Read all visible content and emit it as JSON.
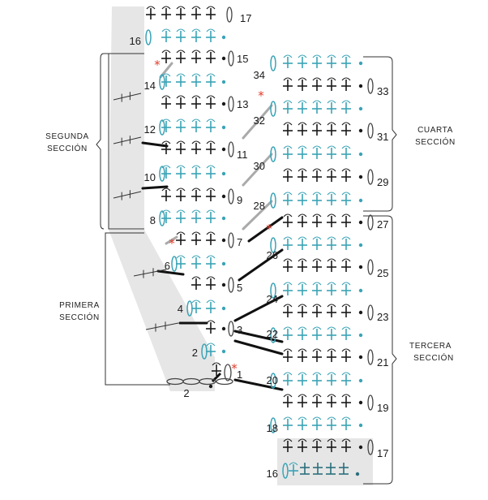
{
  "colors": {
    "black_stitch": "#1a1a1a",
    "blue_stitch": "#3aa3b6",
    "red_marker": "#e33b2a",
    "shade": "#e6e6e6",
    "lines": "#333333"
  },
  "section_labels": [
    {
      "id": "segunda",
      "lines": [
        "SEGUNDA",
        "SECCIÓN"
      ]
    },
    {
      "id": "primera",
      "lines": [
        "PRIMERA",
        "SECCIÓN"
      ]
    },
    {
      "id": "cuarta",
      "lines": [
        "CUARTA",
        "SECCIÓN"
      ]
    },
    {
      "id": "tercera",
      "lines": [
        "TERCERA",
        "SECCIÓN"
      ]
    }
  ],
  "left_column": {
    "row_labels": [
      {
        "text": "17",
        "side": "right"
      },
      {
        "text": "16",
        "side": "left"
      },
      {
        "text": "15",
        "side": "right"
      },
      {
        "text": "14",
        "side": "left"
      },
      {
        "text": "13",
        "side": "right"
      },
      {
        "text": "12",
        "side": "left"
      },
      {
        "text": "11",
        "side": "right"
      },
      {
        "text": "10",
        "side": "left"
      },
      {
        "text": "9",
        "side": "right"
      },
      {
        "text": "8",
        "side": "left"
      },
      {
        "text": "7",
        "side": "right"
      },
      {
        "text": "6",
        "side": "left"
      },
      {
        "text": "5",
        "side": "right"
      },
      {
        "text": "4",
        "side": "left"
      },
      {
        "text": "3",
        "side": "right"
      },
      {
        "text": "2",
        "side": "left"
      },
      {
        "text": "1",
        "side": "right"
      }
    ],
    "foundation_label": "2"
  },
  "right_column": {
    "row_labels": [
      {
        "text": "34",
        "side": "left"
      },
      {
        "text": "33",
        "side": "right"
      },
      {
        "text": "32",
        "side": "left"
      },
      {
        "text": "31",
        "side": "right"
      },
      {
        "text": "30",
        "side": "left"
      },
      {
        "text": "29",
        "side": "right"
      },
      {
        "text": "28",
        "side": "left"
      },
      {
        "text": "27",
        "side": "right"
      },
      {
        "text": "26",
        "side": "left"
      },
      {
        "text": "25",
        "side": "right"
      },
      {
        "text": "24",
        "side": "left"
      },
      {
        "text": "23",
        "side": "right"
      },
      {
        "text": "22",
        "side": "left"
      },
      {
        "text": "21",
        "side": "right"
      },
      {
        "text": "20",
        "side": "left"
      },
      {
        "text": "19",
        "side": "right"
      },
      {
        "text": "18",
        "side": "left"
      },
      {
        "text": "17",
        "side": "right"
      },
      {
        "text": "16",
        "side": "left"
      }
    ]
  }
}
